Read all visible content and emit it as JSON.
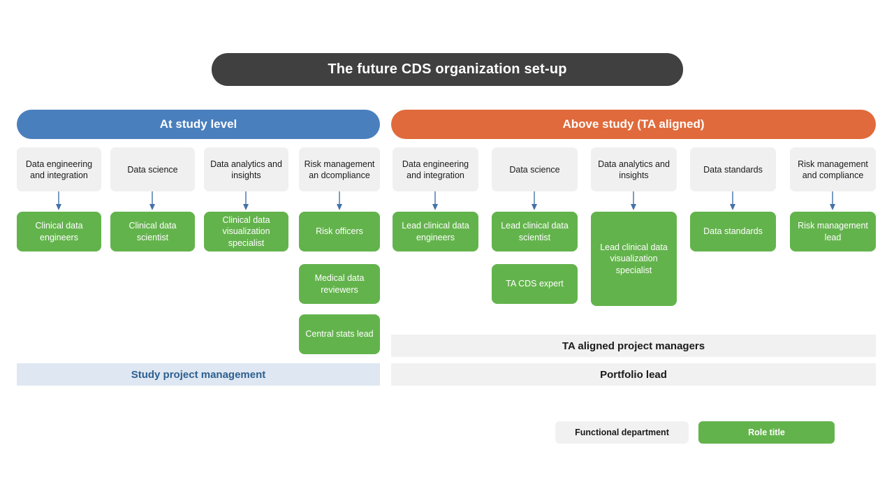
{
  "title": {
    "text": "The future CDS organization set-up",
    "bg": "#404040",
    "fg": "#ffffff"
  },
  "colors": {
    "at_study_header": "#4a7fbd",
    "above_study_header": "#e06a3b",
    "department": "#f0f0f0",
    "role": "#63b34c",
    "study_pm_bar": "#dee7f2",
    "study_pm_text": "#2e5f8f",
    "ta_bar": "#f1f1f1",
    "connector": "#4472a8"
  },
  "sections": {
    "at_study": {
      "header": "At study level",
      "columns": [
        {
          "department": "Data engineering and integration",
          "roles": [
            "Clinical data engineers"
          ]
        },
        {
          "department": "Data science",
          "roles": [
            "Clinical data scientist"
          ]
        },
        {
          "department": "Data analytics and insights",
          "roles": [
            "Clinical data visualization specialist"
          ]
        },
        {
          "department": "Risk management an dcompliance",
          "roles": [
            "Risk officers",
            "Medical data reviewers",
            "Central stats lead"
          ]
        }
      ],
      "footer_bars": [
        "Study project management"
      ]
    },
    "above_study": {
      "header": "Above study (TA aligned)",
      "columns": [
        {
          "department": "Data engineering and integration",
          "roles": [
            "Lead clinical data engineers"
          ]
        },
        {
          "department": "Data science",
          "roles": [
            "Lead clinical data scientist",
            "TA CDS expert"
          ]
        },
        {
          "department": "Data analytics and insights",
          "roles": [
            "Lead clinical data visualization specialist"
          ]
        },
        {
          "department": "Data standards",
          "roles": [
            "Data standards"
          ]
        },
        {
          "department": "Risk management and compliance",
          "roles": [
            "Risk management lead"
          ]
        }
      ],
      "footer_bars": [
        "TA aligned project managers",
        "Portfolio lead"
      ]
    }
  },
  "legend": {
    "department_label": "Functional department",
    "role_label": "Role  title"
  }
}
